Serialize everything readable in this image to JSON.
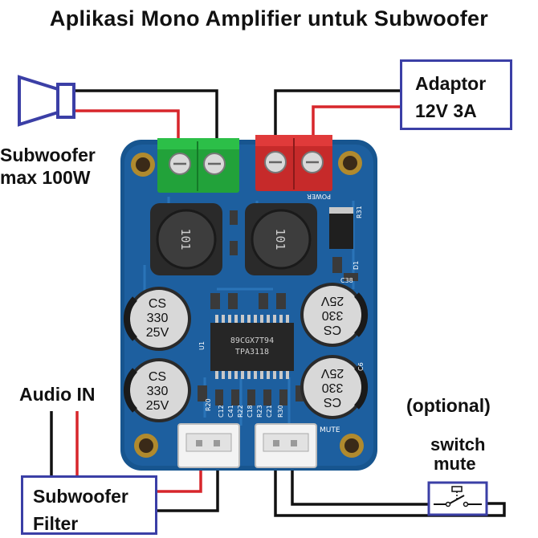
{
  "title": "Aplikasi Mono Amplifier untuk Subwoofer",
  "speaker": {
    "line1": "Subwoofer",
    "line2": "max 100W",
    "icon": "speaker-icon"
  },
  "adaptor": {
    "line1": "Adaptor",
    "line2": "12V 3A"
  },
  "audio_in": "Audio IN",
  "filter": {
    "line1": "Subwoofer",
    "line2": "Filter"
  },
  "optional": "(optional)",
  "switch": {
    "line1": "switch",
    "line2": "mute",
    "icon": "switch-icon"
  },
  "board": {
    "chip_line1": "89CGX7T94",
    "chip_line2": "TPA3118",
    "inductor_label": "101",
    "cap_left_top": [
      "CS",
      "330",
      "25V"
    ],
    "cap_left_bottom": [
      "CS",
      "330",
      "25V"
    ],
    "cap_right_top": [
      "25V",
      "330",
      "CS"
    ],
    "cap_right_bottom": [
      "25V",
      "330",
      "CS"
    ],
    "power_label": "POWER",
    "mute_label": "MUTE",
    "silk_u1": "U1",
    "silk_d1": "D1",
    "silk_c38": "C38",
    "silk_r31": "R31",
    "silk_c6": "C6",
    "silk_bottom": [
      "R20",
      "C12",
      "C41",
      "R22",
      "C18",
      "R23",
      "C21",
      "R30"
    ]
  },
  "colors": {
    "box_border": "#3b3fa6",
    "wire_red": "#d7262b",
    "wire_black": "#111111",
    "pcb_blue": "#1d5f9f",
    "terminal_green": "#22a23a",
    "terminal_red": "#c62a2a"
  }
}
